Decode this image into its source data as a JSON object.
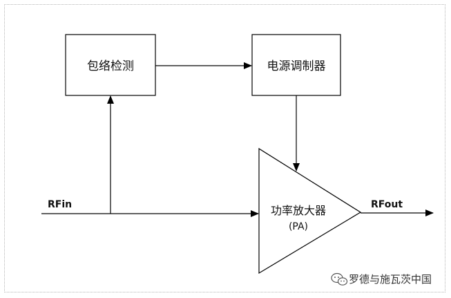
{
  "blocks": {
    "envelope_detect": "包络检测",
    "power_modulator": "电源调制器",
    "pa_name": "功率放大器",
    "pa_abbr": "(PA)"
  },
  "signals": {
    "input": "RFin",
    "output": "RFout"
  },
  "watermark": {
    "text": "罗德与施瓦茨中国",
    "icon": "wechat-icon"
  },
  "colors": {
    "stroke": "#000000",
    "frame": "#b5b5b5",
    "background": "#ffffff"
  }
}
